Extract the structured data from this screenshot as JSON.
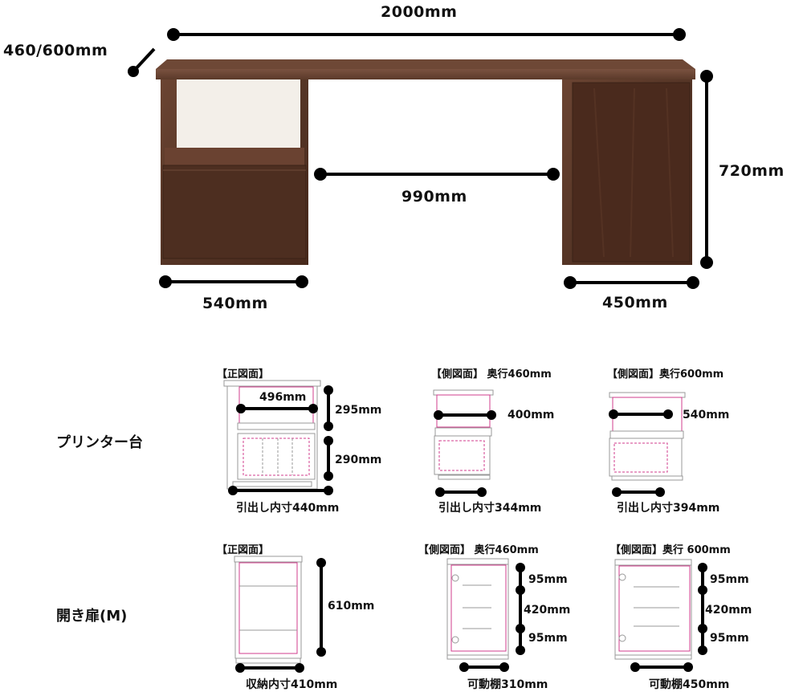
{
  "top": {
    "width_label": "2000mm",
    "depth_label": "460/600mm",
    "height_label": "720mm",
    "gap_label": "990mm",
    "left_cabinet_label": "540mm",
    "right_cabinet_label": "450mm"
  },
  "printer_row": {
    "row_label": "プリンター台",
    "front": {
      "header": "【正図面】",
      "inner_width": "496mm",
      "upper_height": "295mm",
      "lower_height": "290mm",
      "drawer_inner": "引出し内寸440mm"
    },
    "side_460": {
      "header": "【側図面】 奥行460mm",
      "depth": "400mm",
      "drawer_inner": "引出し内寸344mm"
    },
    "side_600": {
      "header": "【側図面】奥行600mm",
      "depth": "540mm",
      "drawer_inner": "引出し内寸394mm"
    }
  },
  "door_row": {
    "row_label": "開き扉(M)",
    "front": {
      "header": "【正図面】",
      "height": "610mm",
      "storage_inner": "収納内寸410mm"
    },
    "side_460": {
      "header": "【側図面】 奥行460mm",
      "top_space": "95mm",
      "mid_space": "420mm",
      "bottom_space": "95mm",
      "shelf": "可動棚310mm"
    },
    "side_600": {
      "header": "【側図面】奥行 600mm",
      "top_space": "95mm",
      "mid_space": "420mm",
      "bottom_space": "95mm",
      "shelf": "可動棚450mm"
    }
  },
  "colors": {
    "wood": "#5a3a2a",
    "wood_dark": "#3e2518",
    "wood_light": "#7a5240",
    "dimension_line": "#000000",
    "drawing_line": "#9a9a9a",
    "inner_line": "#d23c8c"
  }
}
